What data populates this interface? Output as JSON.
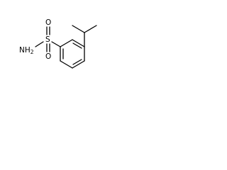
{
  "structure": {
    "atoms": {
      "sulfur": "S",
      "oxygen_top": "O",
      "oxygen_bottom": "O",
      "nitrogen": "NH",
      "hydrogen_count": "2"
    }
  }
}
